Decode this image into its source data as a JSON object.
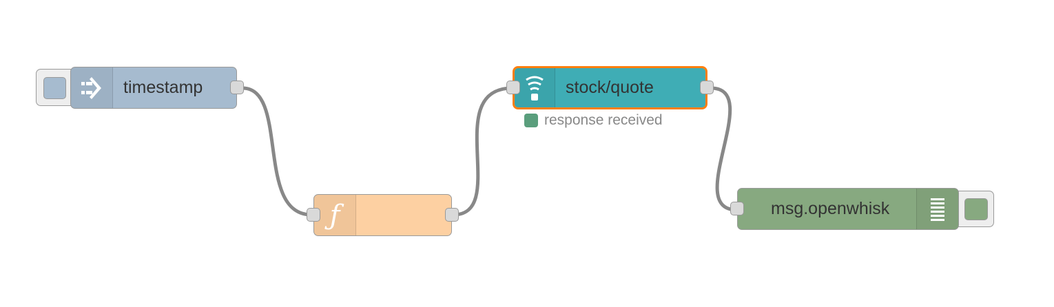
{
  "canvas": {
    "background": "#ffffff",
    "wire_color": "#888888"
  },
  "nodes": {
    "inject": {
      "label": "timestamp",
      "color": "#a6bbcf",
      "icon": "arrow-in-icon"
    },
    "function": {
      "label": "",
      "color": "#fdd0a2",
      "icon": "function-icon",
      "icon_glyph": "ƒ"
    },
    "http": {
      "label": "stock/quote",
      "color": "#3fadb5",
      "selected_border": "#ff7f0e",
      "icon": "white-globe-icon"
    },
    "debug": {
      "label": "msg.openwhisk",
      "color": "#87a980",
      "icon": "debug-icon"
    }
  },
  "status": {
    "text": "response received",
    "dot_color": "#5a9e7c"
  }
}
